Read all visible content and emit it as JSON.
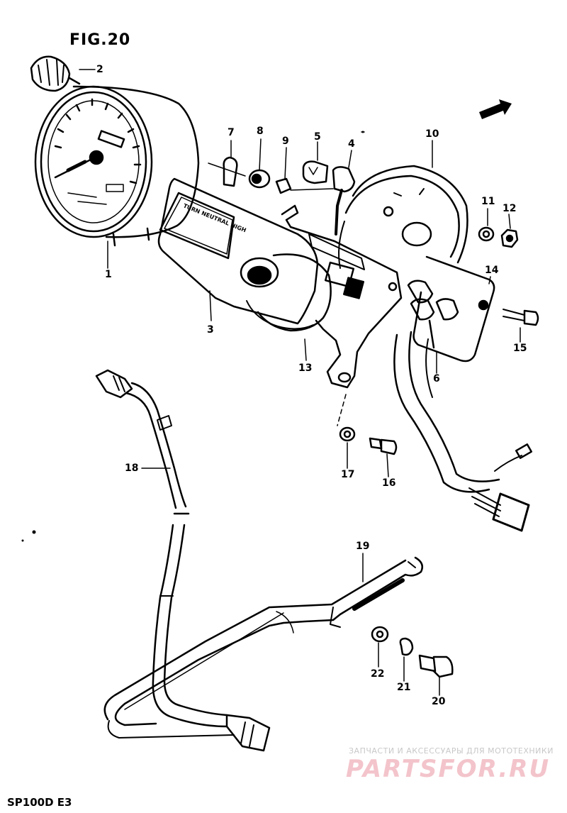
{
  "figure": {
    "title": "FIG.20",
    "model_code": "SP100D E3"
  },
  "part_box_label": "TURN NEUTRAL HIGH",
  "parts": [
    {
      "id": "p1",
      "number": "1"
    },
    {
      "id": "p2",
      "number": "2"
    },
    {
      "id": "p3",
      "number": "3"
    },
    {
      "id": "p4",
      "number": "4"
    },
    {
      "id": "p5",
      "number": "5"
    },
    {
      "id": "p6",
      "number": "6"
    },
    {
      "id": "p7",
      "number": "7"
    },
    {
      "id": "p8",
      "number": "8"
    },
    {
      "id": "p9",
      "number": "9"
    },
    {
      "id": "p10",
      "number": "10"
    },
    {
      "id": "p11",
      "number": "11"
    },
    {
      "id": "p12",
      "number": "12"
    },
    {
      "id": "p13",
      "number": "13"
    },
    {
      "id": "p14",
      "number": "14"
    },
    {
      "id": "p15",
      "number": "15"
    },
    {
      "id": "p16",
      "number": "16"
    },
    {
      "id": "p17",
      "number": "17"
    },
    {
      "id": "p18",
      "number": "18"
    },
    {
      "id": "p19",
      "number": "19"
    },
    {
      "id": "p20",
      "number": "20"
    },
    {
      "id": "p21",
      "number": "21"
    },
    {
      "id": "p22",
      "number": "22"
    }
  ],
  "watermark": {
    "tagline": "ЗАПЧАСТИ И АКСЕССУАРЫ ДЛЯ МОТОТЕХНИКИ",
    "logo": "PARTSFOR.RU"
  },
  "colors": {
    "ink": "#000000",
    "watermark_logo": "#f3c4cb",
    "watermark_text": "#c8c8c8"
  }
}
